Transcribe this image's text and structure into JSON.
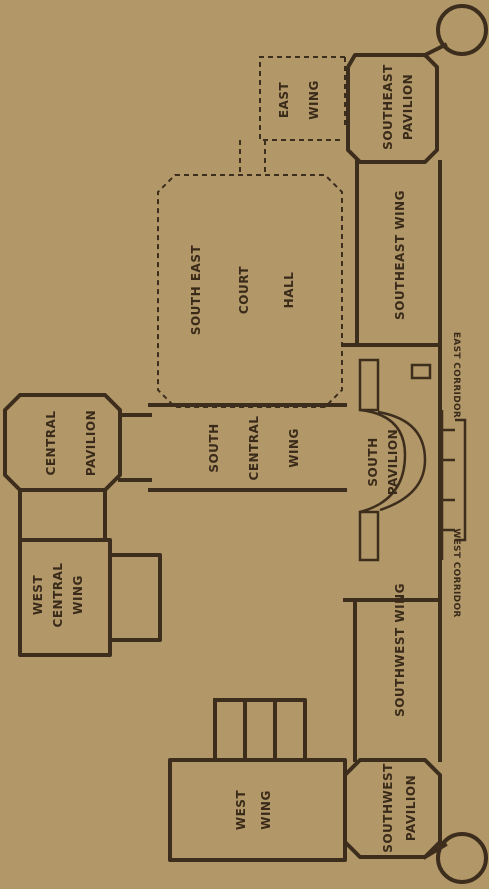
{
  "rooms": {
    "southeast_pavilion": [
      "SOUTHEAST",
      "PAVILION"
    ],
    "east_wing": [
      "EAST",
      "WING"
    ],
    "south_east_court_hall": [
      "SOUTH EAST",
      "COURT",
      "HALL"
    ],
    "southeast_wing": "SOUTHEAST WING",
    "central_pavilion": [
      "CENTRAL",
      "PAVILION"
    ],
    "south_central_wing": [
      "SOUTH",
      "CENTRAL",
      "WING"
    ],
    "south_pavilion": [
      "SOUTH",
      "PAVILION"
    ],
    "east_corridor": "EAST CORRIDOR",
    "west_corridor": "WEST CORRIDOR",
    "west_central_wing": [
      "WEST",
      "CENTRAL",
      "WING"
    ],
    "southwest_wing": "SOUTHWEST WING",
    "west_wing": [
      "WEST",
      "WING"
    ],
    "southwest_pavilion": [
      "SOUTHWEST",
      "PAVILION"
    ]
  },
  "colors": {
    "paper": "#b29868",
    "ink": "#3d2d1d"
  }
}
